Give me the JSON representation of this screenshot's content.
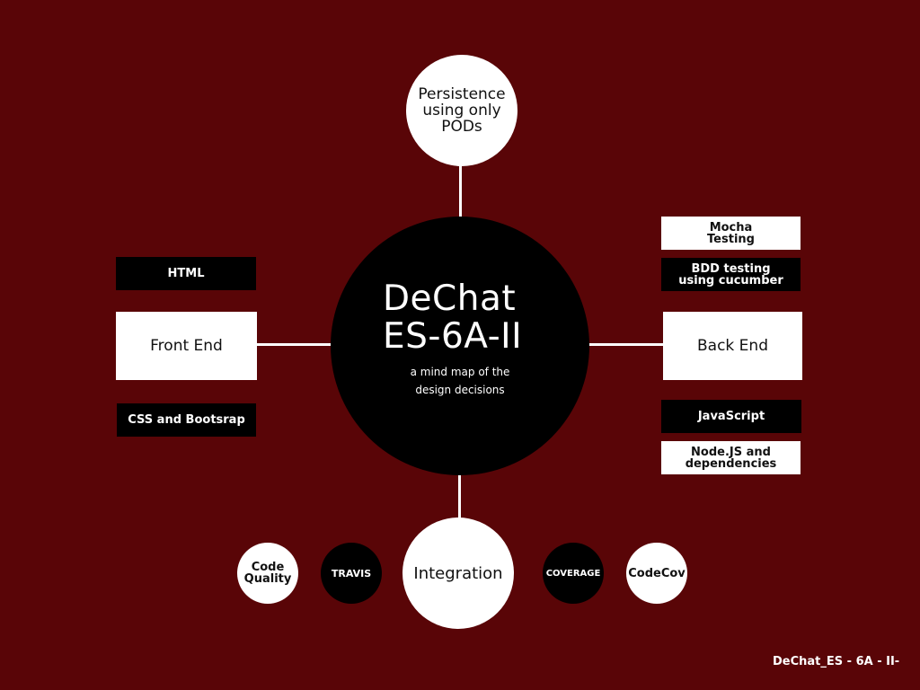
{
  "center": {
    "title_line1": "DeChat",
    "title_line2": "ES-6A-II",
    "subtitle_line1": "a mind map of the",
    "subtitle_line2": "design decisions"
  },
  "top_node": {
    "line1": "Persistence",
    "line2": "using only",
    "line3": "PODs"
  },
  "left_branch": {
    "main": "Front End",
    "top": "HTML",
    "bottom": "CSS and Bootsrap"
  },
  "right_branch": {
    "main": "Back End",
    "top1_line1": "Mocha",
    "top1_line2": "Testing",
    "top2_line1": "BDD testing",
    "top2_line2": "using cucumber",
    "bottom1": "JavaScript",
    "bottom2_line1": "Node.JS and",
    "bottom2_line2": "dependencies"
  },
  "bottom_branch": {
    "main": "Integration",
    "left_outer_line1": "Code",
    "left_outer_line2": "Quality",
    "left_inner": "TRAVIS",
    "right_inner": "COVERAGE",
    "right_outer": "CodeCov"
  },
  "footer": "DeChat_ES - 6A - II-",
  "colors": {
    "background": "#590507",
    "center": "#000000",
    "node_white": "#ffffff",
    "node_black": "#000000"
  }
}
